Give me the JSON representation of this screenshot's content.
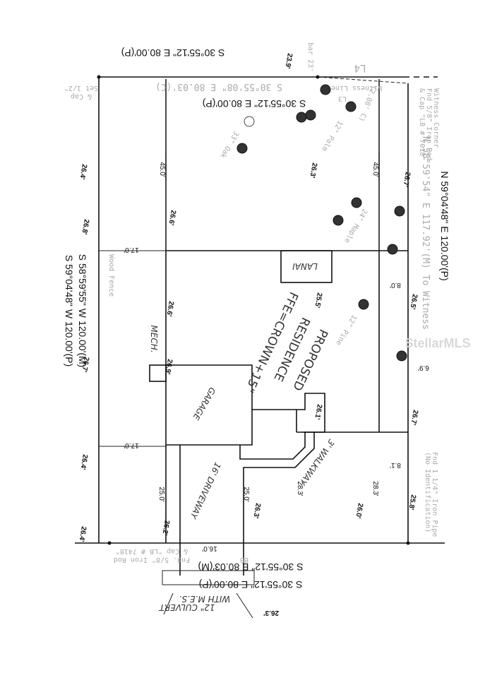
{
  "bearings": {
    "top_p": "S 30°55'12\" E  80.00'(P)",
    "inner_p": "S 30°55'12\" E  80.00'(P)",
    "inner_c": "S 30°55'08\" E   80.03'(C)",
    "bottom_m": "S 30°55'12\" E  80.03'(M)",
    "bottom_p": "S 30°55'12\" E  80.00'(P)",
    "right_p": "N 59°04'48\" E  120.00'(P)",
    "right_witness": "N 58°59'54\" E   117.92'(M) To Witness",
    "left_m": "S 58°59'55\" W  120.00'(M)",
    "left_p": "S 59°04'48\" W  120.00'(P)"
  },
  "labels": {
    "proposed": "PROPOSED",
    "residence": "RESIDENCE",
    "ffe": "FFE=CROWN+15\"",
    "lanai": "LANAI",
    "garage": "GARAGE",
    "mech": "MECH.",
    "driveway": "16' DRIVEWAY",
    "walkway": "3' WALKWAY",
    "culvert": "12\" CULVERT",
    "mes": "WITH M.E.S."
  },
  "dimensions": {
    "d45a": "45.0'",
    "d45b": "45.0'",
    "d17a": "17.0'",
    "d17b": "17.0'",
    "d25a": "25.0'",
    "d25b": "25.0'",
    "d283a": "28.3'",
    "d283b": "28.3'",
    "d8": "8.0'",
    "d81": "8.1'",
    "d69": "6.9'",
    "d16": "16.0'"
  },
  "elevations": [
    "23.9'",
    "26.4'",
    "26.8'",
    "26.3'",
    "26.6'",
    "26.7'",
    "26.5'",
    "25.5'",
    "26.6'",
    "26.9'",
    "26.1'",
    "26.7'",
    "26.4'",
    "26.2'",
    "26.3'",
    "26.0'",
    "25.8'",
    "26.4'",
    "26.3'",
    "26.7'"
  ],
  "notes": {
    "witness_corner": "Witness Corner",
    "witness_fnd": "Fnd 5/8\" Iron Rod",
    "witness_cap": "& Cap \"LB # 7018\"",
    "pipe1": "Fnd 1 1/4\" Iron Pipe",
    "pipe2": "(No Identification)",
    "rod1": "Fnd. 5/8\" Iron Rod",
    "rod2": "& Cap \"LB # 7418\"",
    "set1": "Set 1/2\"",
    "set2": "& Cap",
    "fence": "Wood Fence",
    "l3": "L3",
    "l4": "L4",
    "bb": "BB",
    "bar": "bar 23'",
    "witness_line": "Witness Line",
    "c208": "(2.08' C)",
    "oak": "33\" Oak",
    "palm": "12\" Palm",
    "maple": "24\" Maple",
    "pine": "12\" Pine"
  },
  "watermark": "StellarMLS"
}
